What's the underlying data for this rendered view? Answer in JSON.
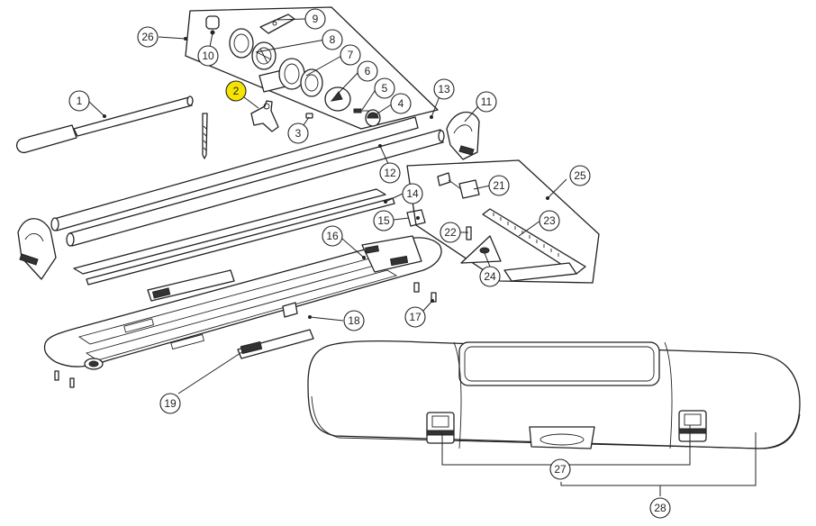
{
  "diagram": {
    "highlight_color": "#f5e400",
    "highlighted_callout": "2",
    "callouts": [
      {
        "label": "1"
      },
      {
        "label": "2"
      },
      {
        "label": "3"
      },
      {
        "label": "4"
      },
      {
        "label": "5"
      },
      {
        "label": "6"
      },
      {
        "label": "7"
      },
      {
        "label": "8"
      },
      {
        "label": "9"
      },
      {
        "label": "10"
      },
      {
        "label": "11"
      },
      {
        "label": "12"
      },
      {
        "label": "13"
      },
      {
        "label": "14"
      },
      {
        "label": "15"
      },
      {
        "label": "16"
      },
      {
        "label": "17"
      },
      {
        "label": "18"
      },
      {
        "label": "19"
      },
      {
        "label": "21"
      },
      {
        "label": "22"
      },
      {
        "label": "23"
      },
      {
        "label": "24"
      },
      {
        "label": "25"
      },
      {
        "label": "26"
      },
      {
        "label": "27"
      },
      {
        "label": "28"
      }
    ]
  }
}
